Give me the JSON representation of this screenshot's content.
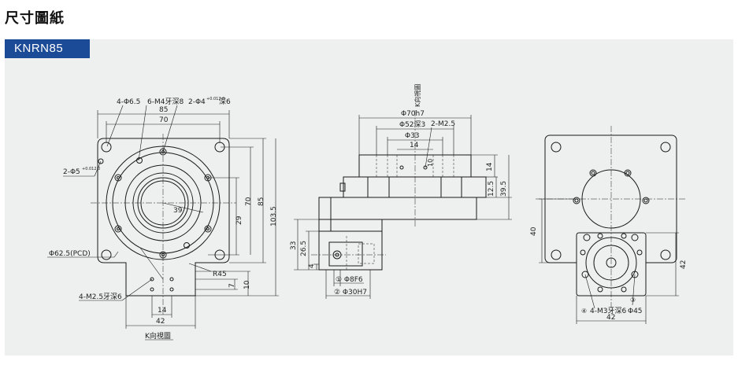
{
  "heading": "尺寸圖紙",
  "model": "KNRN85",
  "left_view": {
    "note_holes_a": "4-Φ6.5",
    "note_holes_b": "6-M4牙深8",
    "note_holes_c": "2-Φ4",
    "note_holes_c_tol": "+0.012 0",
    "note_holes_c_depth": "深6",
    "note_pin": "2-Φ5",
    "note_pin_tol": "+0.012 0",
    "dim_85": "85",
    "dim_70": "70",
    "dim_39": "39",
    "dim_29": "29",
    "dim_70v": "70",
    "dim_85v": "85",
    "dim_1035": "103.5",
    "pcd": "Φ62.5(PCD)",
    "r45": "R45",
    "note_m25": "4-M2.5牙深6",
    "dim_7": "7",
    "dim_10": "10",
    "dim_14": "14",
    "dim_42": "42",
    "view_label": "K向視圖"
  },
  "middle_view": {
    "view_label": "K向視圖",
    "d70": "Φ70h7",
    "d52": "Φ52深3",
    "m25": "2-M2.5",
    "d33": "Φ33",
    "d14": "14",
    "d10": "10",
    "d14v": "14",
    "d125": "12.5",
    "d395": "39.5",
    "d33v": "33",
    "d265": "26.5",
    "d4": "4",
    "d8f6": "① Φ8F6",
    "d30h7": "② Φ30H7"
  },
  "right_view": {
    "d40": "40",
    "d42v": "42",
    "note3": "③",
    "note4": "④",
    "m3": "4-M3牙深6",
    "d45": "Φ45",
    "d42": "42"
  }
}
